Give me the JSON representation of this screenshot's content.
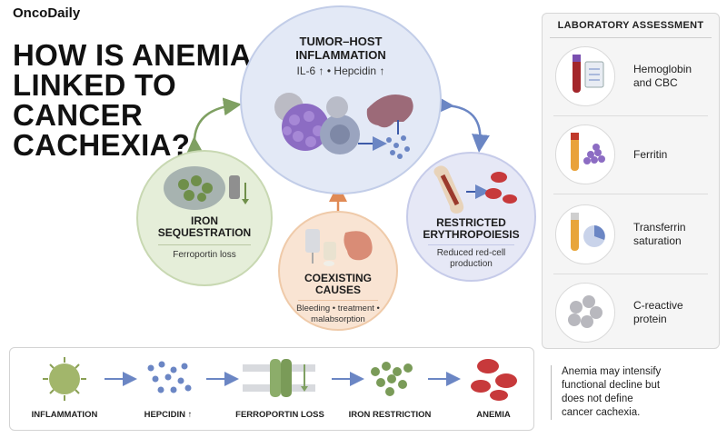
{
  "brand": "OncoDaily",
  "title_lines": [
    "HOW IS ANEMIA",
    "LINKED TO",
    "CANCER",
    "CACHEXIA?"
  ],
  "center": {
    "title_lines": [
      "TUMOR–HOST",
      "INFLAMMATION"
    ],
    "subtitle": "IL-6 ↑ • Hepcidin ↑"
  },
  "iron": {
    "title_lines": [
      "IRON",
      "SEQUESTRATION"
    ],
    "subtitle": "Ferroportin loss"
  },
  "erythro": {
    "title_lines": [
      "RESTRICTED",
      "ERYTHROPOIESIS"
    ],
    "subtitle_lines": [
      "Reduced red-cell",
      "production"
    ]
  },
  "causes": {
    "title_lines": [
      "COEXISTING",
      "CAUSES"
    ],
    "subtitle_lines": [
      "Bleeding • treatment •",
      "malabsorption"
    ]
  },
  "lab": {
    "heading": "LABORATORY ASSESSMENT",
    "items": [
      {
        "lines": [
          "Hemoglobin",
          "and CBC"
        ],
        "icon": "blood-tube-clipboard-icon"
      },
      {
        "lines": [
          "Ferritin"
        ],
        "icon": "ferritin-tube-icon"
      },
      {
        "lines": [
          "Transferrin",
          "saturation"
        ],
        "icon": "transferrin-tube-pie-icon"
      },
      {
        "lines": [
          "C-reactive",
          "protein"
        ],
        "icon": "crp-molecule-icon"
      }
    ]
  },
  "flow": {
    "steps": [
      "INFLAMMATION",
      "HEPCIDIN ↑",
      "FERROPORTIN LOSS",
      "IRON RESTRICTION",
      "ANEMIA"
    ]
  },
  "note_lines": [
    "Anemia may intensify",
    "functional decline but",
    "does not define",
    "cancer cachexia."
  ],
  "colors": {
    "inflammation": "#e3e9f6",
    "iron": "#e5eed9",
    "erythropoiesis": "#e6e8f6",
    "causes": "#f9e4d3",
    "arrow_blue": "#6b86c4",
    "arrow_green": "#7fa062",
    "arrow_orange": "#e08a55"
  }
}
